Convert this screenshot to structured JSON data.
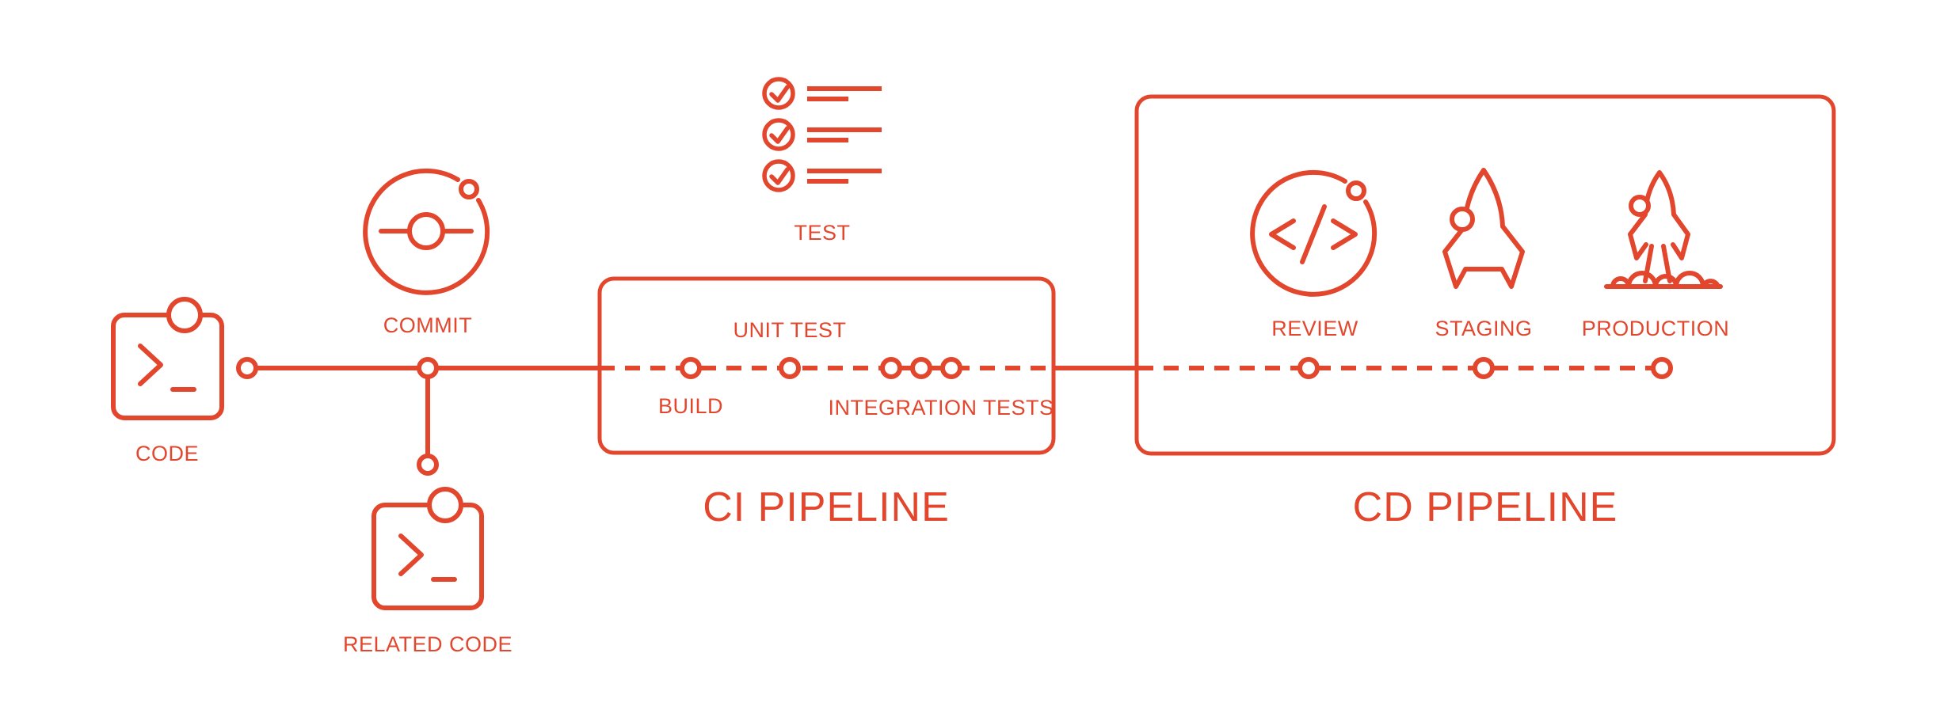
{
  "theme": {
    "accent": "#E2472E",
    "background": "#FFFFFF"
  },
  "pipeline": {
    "source": {
      "code_label": "CODE",
      "commit_label": "COMMIT",
      "related_code_label": "RELATED CODE"
    },
    "ci": {
      "title": "CI PIPELINE",
      "test_label": "TEST",
      "unit_test_label": "UNIT TEST",
      "build_label": "BUILD",
      "integration_tests_label": "INTEGRATION TESTS"
    },
    "cd": {
      "title": "CD PIPELINE",
      "review_label": "REVIEW",
      "staging_label": "STAGING",
      "production_label": "PRODUCTION"
    }
  }
}
